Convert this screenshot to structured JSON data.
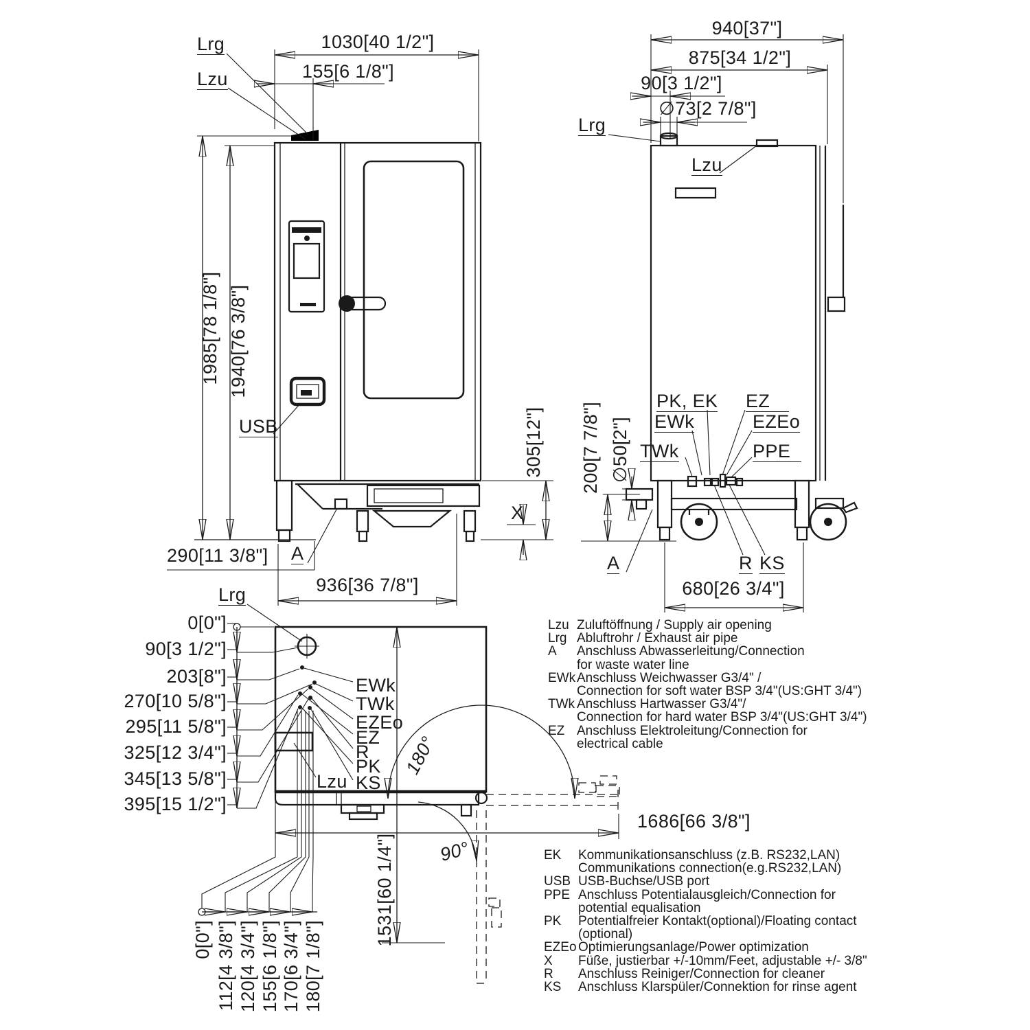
{
  "front": {
    "lrg": "Lrg",
    "lzu": "Lzu",
    "usb": "USB",
    "a": "A",
    "x": "X",
    "dim_width": "1030[40 1/2\"]",
    "dim_vent_offset": "155[6 1/8\"]",
    "dim_height_total": "1985[78 1/8\"]",
    "dim_height_body": "1940[76 3/8\"]",
    "dim_leg_height": "290[11 3/8\"]",
    "dim_base_length": "936[36 7/8\"]",
    "dim_base_height": "305[12\"]"
  },
  "side": {
    "lrg": "Lrg",
    "lzu": "Lzu",
    "a": "A",
    "r": "R",
    "ks": "KS",
    "pk_ek": "PK, EK",
    "ewk": "EWk",
    "twk": "TWk",
    "ez": "EZ",
    "ezeo": "EZEo",
    "ppe": "PPE",
    "dim_depth_total": "940[37\"]",
    "dim_depth_body": "875[34 1/2\"]",
    "dim_pipe_offset": "90[3 1/2\"]",
    "dim_pipe_dia": "∅73[2 7/8\"]",
    "dim_drain_height": "200[7 7/8\"]",
    "dim_drain_dia": "∅50[2\"]",
    "dim_caster_span": "680[26 3/4\"]"
  },
  "top": {
    "lrg": "Lrg",
    "lzu": "Lzu",
    "left_dims": [
      "0[0\"]",
      "90[3 1/2\"]",
      "203[8\"]",
      "270[10 5/8\"]",
      "295[11 5/8\"]",
      "325[12 3/4\"]",
      "345[13 5/8\"]",
      "395[15 1/2\"]"
    ],
    "bottom_dims": [
      "0[0\"]",
      "112[4 3/8\"]",
      "120[4 3/4\"]",
      "155[6 1/8\"]",
      "170[6 3/4\"]",
      "180[7 1/8\"]"
    ],
    "connection_labels": [
      "EWk",
      "TWk",
      "EZEo",
      "EZ",
      "R",
      "PK",
      "KS"
    ],
    "angle_open_full": "180°",
    "angle_open_half": "90°",
    "dim_door_swing": "1686[66 3/8\"]",
    "dim_depth_open": "1531[60 1/4\"]"
  },
  "legend_connections": [
    {
      "key": "Lzu",
      "text": "Zuluftöffnung / Supply air opening"
    },
    {
      "key": "Lrg",
      "text": "Abluftrohr / Exhaust air pipe"
    },
    {
      "key": "A",
      "text": "Anschluss Abwasserleitung/Connection\nfor waste water line"
    },
    {
      "key": "EWk",
      "text": "Anschluss Weichwasser G3/4\" /\nConnection for soft water BSP 3/4\"(US:GHT 3/4\")"
    },
    {
      "key": "TWk",
      "text": "Anschluss Hartwasser G3/4\"/\nConnection for hard water BSP 3/4\"(US:GHT 3/4\")"
    },
    {
      "key": "EZ",
      "text": "Anschluss Elektroleitung/Connection for\nelectrical cable"
    }
  ],
  "legend_misc": [
    {
      "key": "EK",
      "text": "Kommunikationsanschluss (z.B. RS232,LAN)\nCommunikations connection(e.g.RS232,LAN)"
    },
    {
      "key": "USB",
      "text": "USB-Buchse/USB port"
    },
    {
      "key": "PPE",
      "text": "Anschluss Potentialausgleich/Connection for\n potential equalisation"
    },
    {
      "key": "PK",
      "text": "Potentialfreier Kontakt(optional)/Floating contact\n (optional)"
    },
    {
      "key": "EZEo",
      "text": "Optimierungsanlage/Power optimization"
    },
    {
      "key": "X",
      "text": "Füße, justierbar +/-10mm/Feet, adjustable  +/- 3/8\""
    },
    {
      "key": "R",
      "text": "Anschluss Reiniger/Connection for cleaner"
    },
    {
      "key": "KS",
      "text": "Anschluss Klarspüler/Connektion for rinse agent"
    }
  ]
}
